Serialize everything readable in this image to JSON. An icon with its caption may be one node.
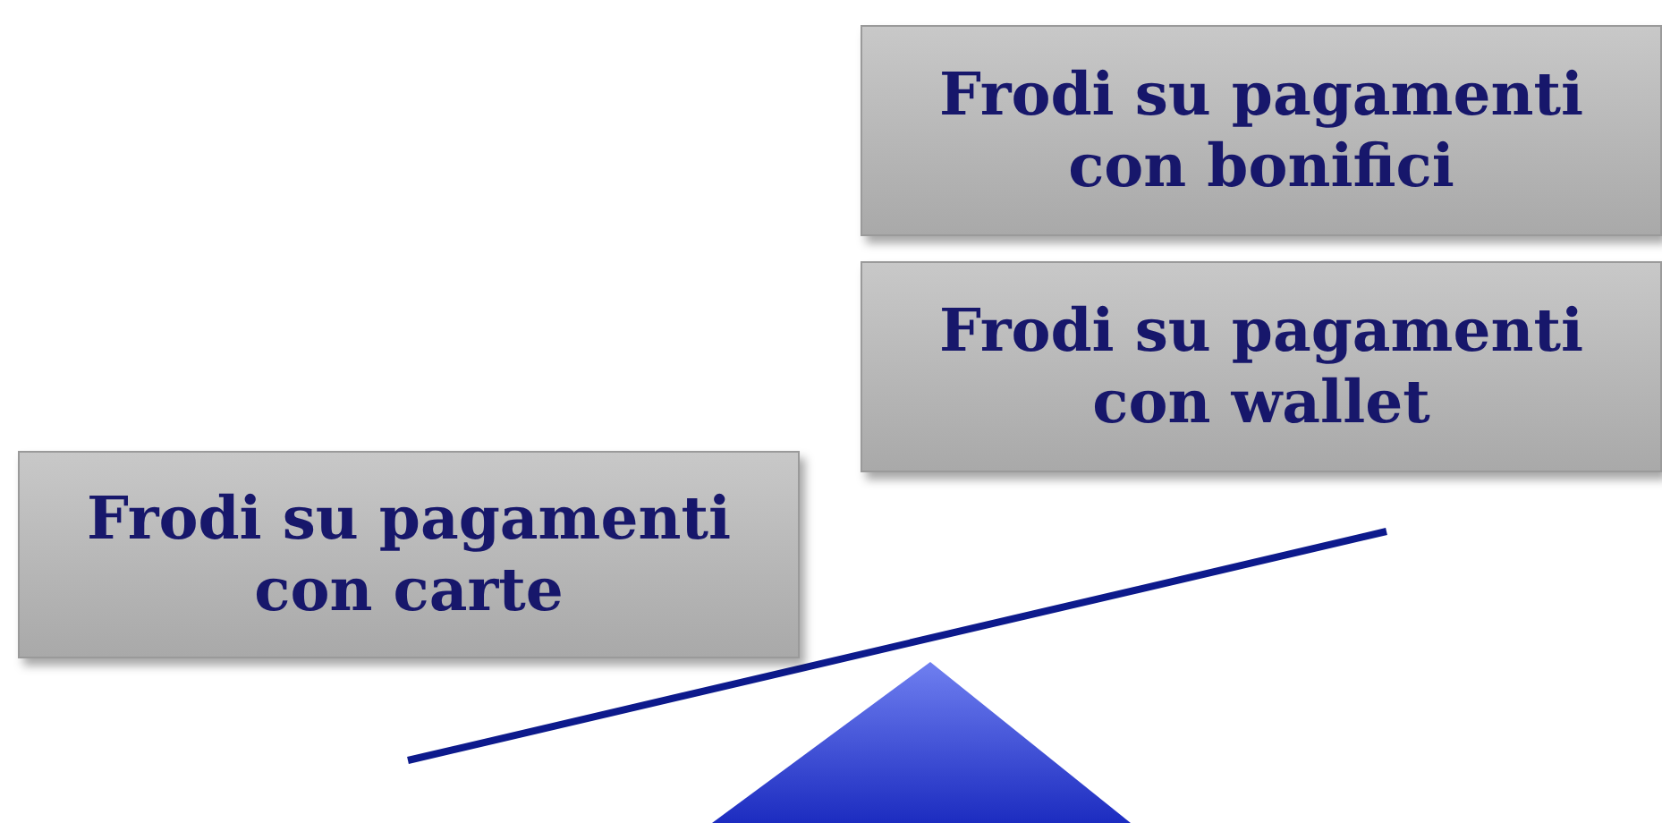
{
  "diagram": {
    "nodes": [
      {
        "text": [
          "Frodi su pagamenti con bonifici"
        ]
      },
      {
        "text": [
          "Frodi su pagamenti con wallet"
        ]
      },
      {
        "text": [
          "Frodi su pagamenti con carte"
        ]
      }
    ]
  }
}
